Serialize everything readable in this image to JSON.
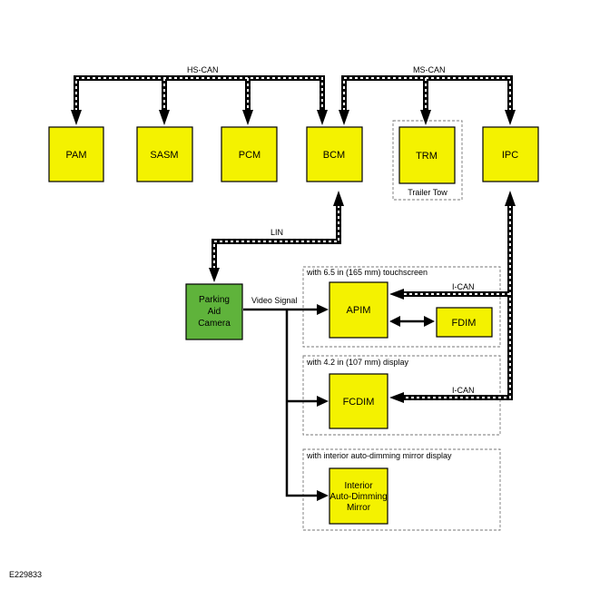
{
  "buses": {
    "hs_can": "HS-CAN",
    "ms_can": "MS-CAN",
    "lin": "LIN",
    "i_can_1": "I-CAN",
    "i_can_2": "I-CAN"
  },
  "modules": {
    "pam": "PAM",
    "sasm": "SASM",
    "pcm": "PCM",
    "bcm": "BCM",
    "trm": "TRM",
    "ipc": "IPC",
    "apim": "APIM",
    "fdim": "FDIM",
    "fcdim": "FCDIM",
    "camera": [
      "Parking",
      "Aid",
      "Camera"
    ],
    "mirror": [
      "Interior",
      "Auto-Dimming",
      "Mirror"
    ]
  },
  "groups": {
    "trailer_tow": "Trailer Tow",
    "touchscreen": "with 6.5 in (165 mm) touchscreen",
    "display": "with 4.2 in (107 mm) display",
    "mirror_display": "with interior auto-dimming mirror display"
  },
  "signals": {
    "video": "Video Signal"
  },
  "figure_id": "E229833"
}
